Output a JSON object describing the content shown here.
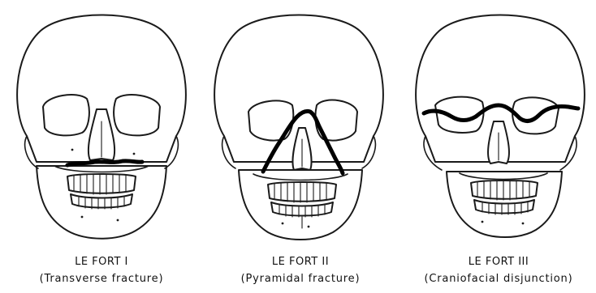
{
  "panels": [
    {
      "title": "LE FORT I",
      "subtitle": "(Transverse fracture)"
    },
    {
      "title": "LE FORT II",
      "subtitle": "(Pyramidal fracture)"
    },
    {
      "title": "LE FORT III",
      "subtitle": "(Craniofacial disjunction)"
    }
  ],
  "colors": {
    "line": "#1a1a1a",
    "fracture": "#000000",
    "background": "#ffffff"
  }
}
